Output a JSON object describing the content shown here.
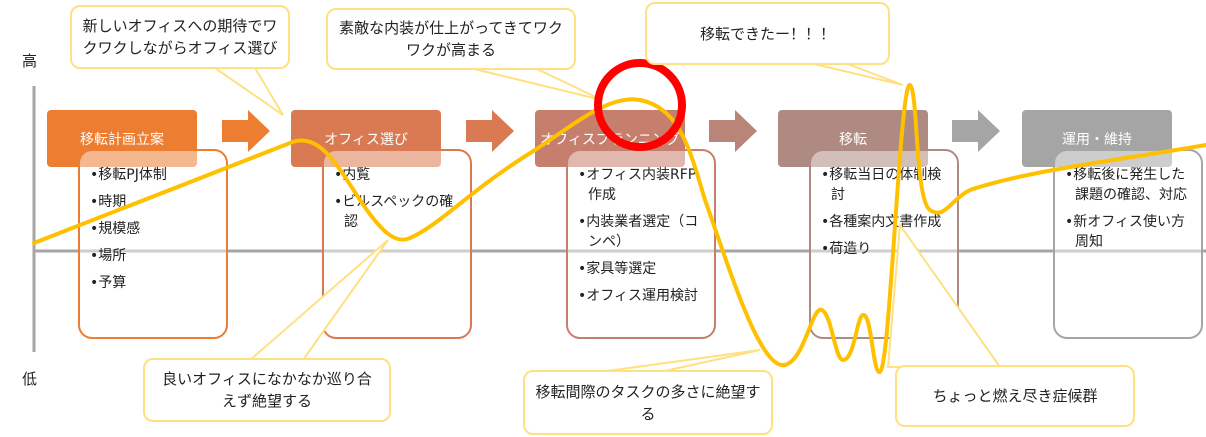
{
  "axis": {
    "high": "高",
    "low": "低"
  },
  "phases": [
    {
      "title": "移転計画立案",
      "color": "#ED7D31",
      "items": [
        "移転PJ体制",
        "時期",
        "規模感",
        "場所",
        "予算"
      ]
    },
    {
      "title": "オフィス選び",
      "color": "#D97A52",
      "items": [
        "内覧",
        "ビルスペックの確認"
      ]
    },
    {
      "title": "オフィスプランニング",
      "color": "#C67F6C",
      "items": [
        "オフィス内装RFP作成",
        "内装業者選定（コンペ）",
        "家具等選定",
        "オフィス運用検討"
      ]
    },
    {
      "title": "移転",
      "color": "#AF8A82",
      "items": [
        "移転当日の体制検討",
        "各種案内文書作成",
        "荷造り"
      ]
    },
    {
      "title": "運用・維持",
      "color": "#A5A5A5",
      "items": [
        "移転後に発生した課題の確認、対応",
        "新オフィス使い方周知"
      ]
    }
  ],
  "callouts": [
    "新しいオフィスへの期待でワクワクしながらオフィス選び",
    "素敵な内装が仕上がってきてワクワクが高まる",
    "移転できたー！！！",
    "良いオフィスになかなか巡り合えず絶望する",
    "移転間際のタスクの多さに絶望する",
    "ちょっと燃え尽き症候群"
  ],
  "colors": {
    "curve": "#FFC000",
    "callout_border": "#FFE083",
    "highlight": "#FF0000",
    "axis": "#A6A6A6"
  }
}
